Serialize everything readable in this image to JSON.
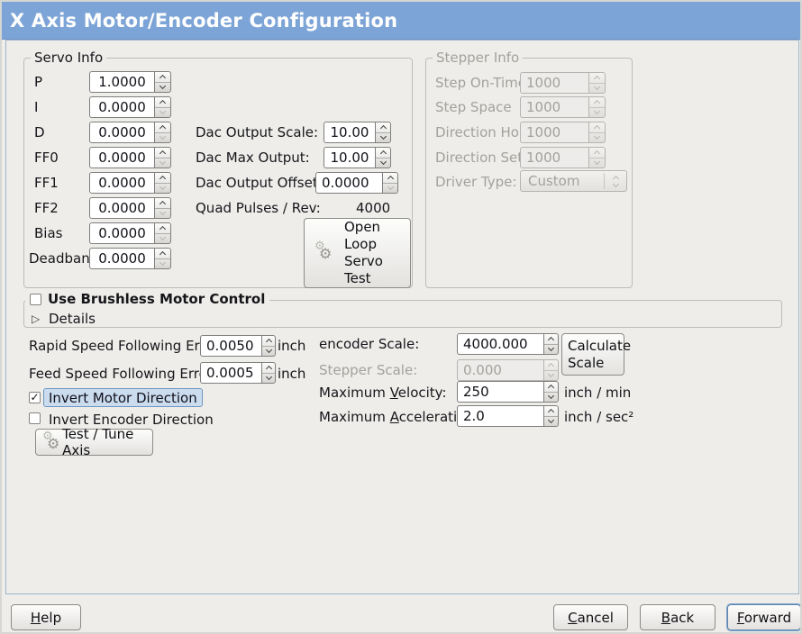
{
  "window": {
    "title": "X Axis Motor/Encoder Configuration"
  },
  "servo": {
    "legend": "Servo Info",
    "rows": [
      {
        "label": "P",
        "value": "1.0000"
      },
      {
        "label": "I",
        "value": "0.0000"
      },
      {
        "label": "D",
        "value": "0.0000"
      },
      {
        "label": "FF0",
        "value": "0.0000"
      },
      {
        "label": "FF1",
        "value": "0.0000"
      },
      {
        "label": "FF2",
        "value": "0.0000"
      },
      {
        "label": "Bias",
        "value": "0.0000"
      },
      {
        "label": "Deadband",
        "value": "0.0000"
      }
    ]
  },
  "dac": {
    "scale_label": "Dac Output Scale:",
    "scale_value": "10.00",
    "max_label": "Dac Max Output:",
    "max_value": "10.00",
    "offset_label": "Dac Output Offset:",
    "offset_value": "0.0000",
    "quad_label": "Quad Pulses / Rev:",
    "quad_value": "4000"
  },
  "open_loop": {
    "label": "Open\nLoop\nServo\nTest"
  },
  "stepper": {
    "legend": "Stepper Info",
    "rows": [
      {
        "label": "Step On-Time",
        "value": "1000"
      },
      {
        "label": "Step Space",
        "value": "1000"
      },
      {
        "label": "Direction Hold",
        "value": "1000"
      },
      {
        "label": "Direction Setup",
        "value": "1000"
      }
    ],
    "driver_label": "Driver Type:",
    "driver_value": "Custom"
  },
  "brushless": {
    "label": "Use Brushless Motor Control",
    "details": "Details"
  },
  "ferror": {
    "rapid_label": "Rapid Speed Following Error:",
    "rapid_value": "0.0050",
    "rapid_unit": "inch",
    "feed_label": "Feed Speed Following Error:",
    "feed_value": "0.0005",
    "feed_unit": "inch"
  },
  "scaling": {
    "encoder_label": "encoder Scale:",
    "encoder_value": "4000.000",
    "calc_button": "Calculate Scale",
    "stepper_label": "Stepper Scale:",
    "stepper_value": "0.000",
    "vel_pre": "Maximum ",
    "vel_key": "V",
    "vel_post": "elocity:",
    "vel_value": "250",
    "vel_unit": "inch / min",
    "acc_pre": "Maximum ",
    "acc_key": "A",
    "acc_post": "cceleration:",
    "acc_value": "2.0",
    "acc_unit": "inch / sec²"
  },
  "invert": {
    "motor": "Invert Motor Direction",
    "encoder": "Invert Encoder Direction"
  },
  "test_tune": {
    "label": "Test / Tune Axis"
  },
  "footer": {
    "help_key": "H",
    "help_post": "elp",
    "cancel_key": "C",
    "cancel_post": "ancel",
    "back_key": "B",
    "back_post": "ack",
    "forward_key": "F",
    "forward_post": "orward"
  },
  "colors": {
    "titlebar": "#7da4d6",
    "window_bg": "#eeedea",
    "focus_highlight": "#cbdcee"
  }
}
